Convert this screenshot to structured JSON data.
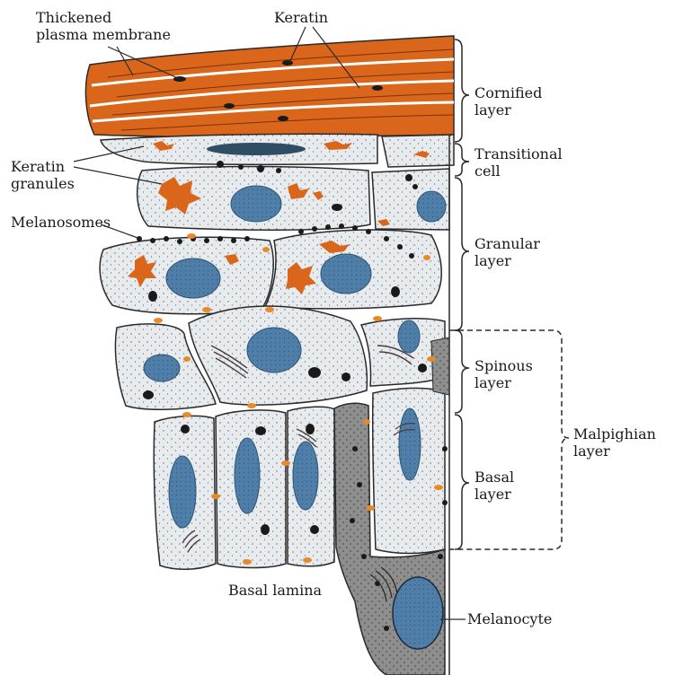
{
  "labels": {
    "thickened_line1": "Thickened",
    "thickened_line2": "plasma membrane",
    "keratin": "Keratin",
    "keratin_granules_line1": "Keratin",
    "keratin_granules_line2": "granules",
    "melanosomes": "Melanosomes",
    "cornified_line1": "Cornified",
    "cornified_line2": "layer",
    "transitional_line1": "Transitional",
    "transitional_line2": "cell",
    "granular_line1": "Granular",
    "granular_line2": "layer",
    "spinous_line1": "Spinous",
    "spinous_line2": "layer",
    "basal_line1": "Basal",
    "basal_line2": "layer",
    "malpighian_line1": "Malpighian",
    "malpighian_line2": "layer",
    "basal_lamina": "Basal lamina",
    "melanocyte": "Melanocyte"
  },
  "colors": {
    "keratin_orange": "#d9661a",
    "cell_fill": "#e9ecef",
    "nucleus_blue": "#4f7fa8",
    "melanocyte_gray": "#8f8f8f",
    "outline": "#2a2a2a"
  }
}
